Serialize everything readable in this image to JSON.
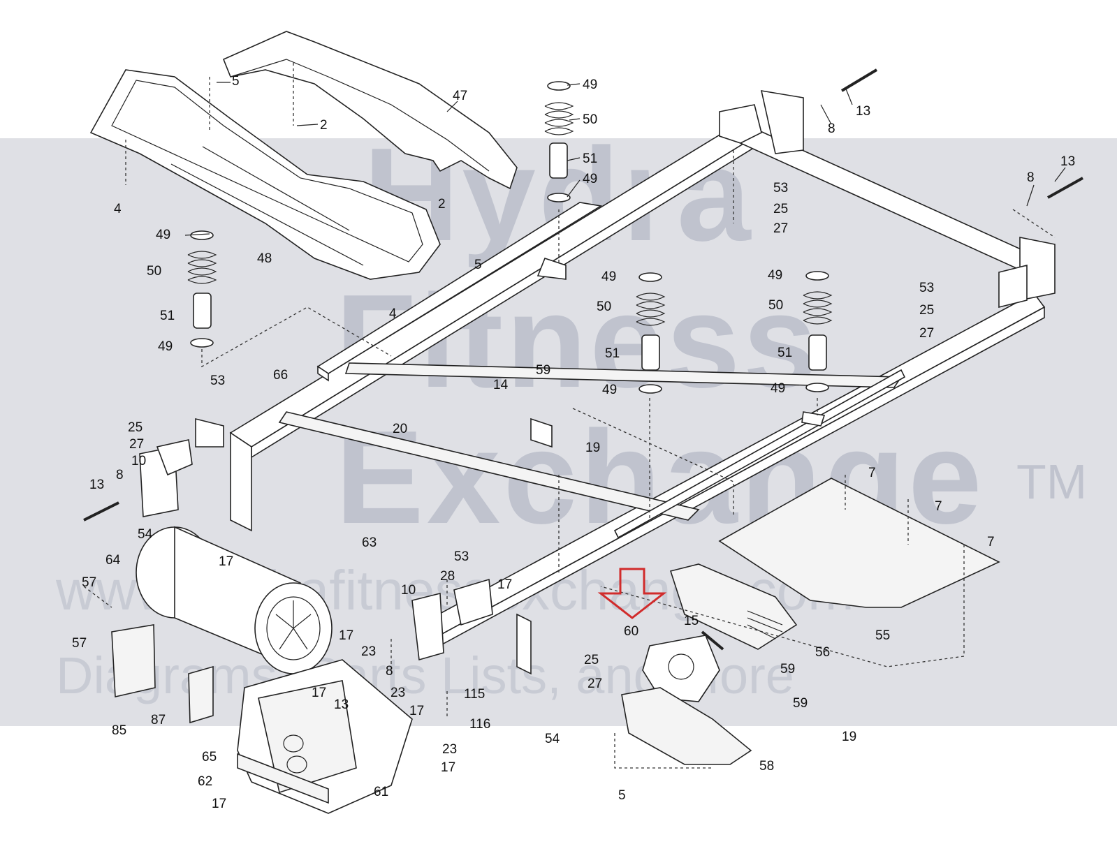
{
  "watermark": {
    "line1": "Hydra",
    "line2": "Fitness",
    "line3": "Exchange",
    "trademark": "TM",
    "url": "www.hydrafitnessexchange.com",
    "tagline": "Diagrams, Parts Lists, and More"
  },
  "highlight": {
    "color": "#d12b2b",
    "target_part": "60"
  },
  "part_labels": [
    "5",
    "2",
    "47",
    "49",
    "50",
    "51",
    "49",
    "13",
    "8",
    "13",
    "8",
    "4",
    "48",
    "2",
    "53",
    "25",
    "27",
    "49",
    "50",
    "51",
    "49",
    "5",
    "4",
    "49",
    "50",
    "51",
    "49",
    "49",
    "50",
    "51",
    "49",
    "53",
    "25",
    "27",
    "66",
    "53",
    "25",
    "27",
    "10",
    "13",
    "8",
    "54",
    "59",
    "14",
    "19",
    "20",
    "64",
    "17",
    "63",
    "57",
    "57",
    "85",
    "87",
    "65",
    "62",
    "17",
    "61",
    "23",
    "8",
    "23",
    "17",
    "13",
    "17",
    "53",
    "28",
    "10",
    "17",
    "17",
    "115",
    "116",
    "23",
    "17",
    "54",
    "25",
    "27",
    "60",
    "15",
    "56",
    "59",
    "59",
    "19",
    "58",
    "5",
    "7",
    "7",
    "7",
    "55"
  ]
}
